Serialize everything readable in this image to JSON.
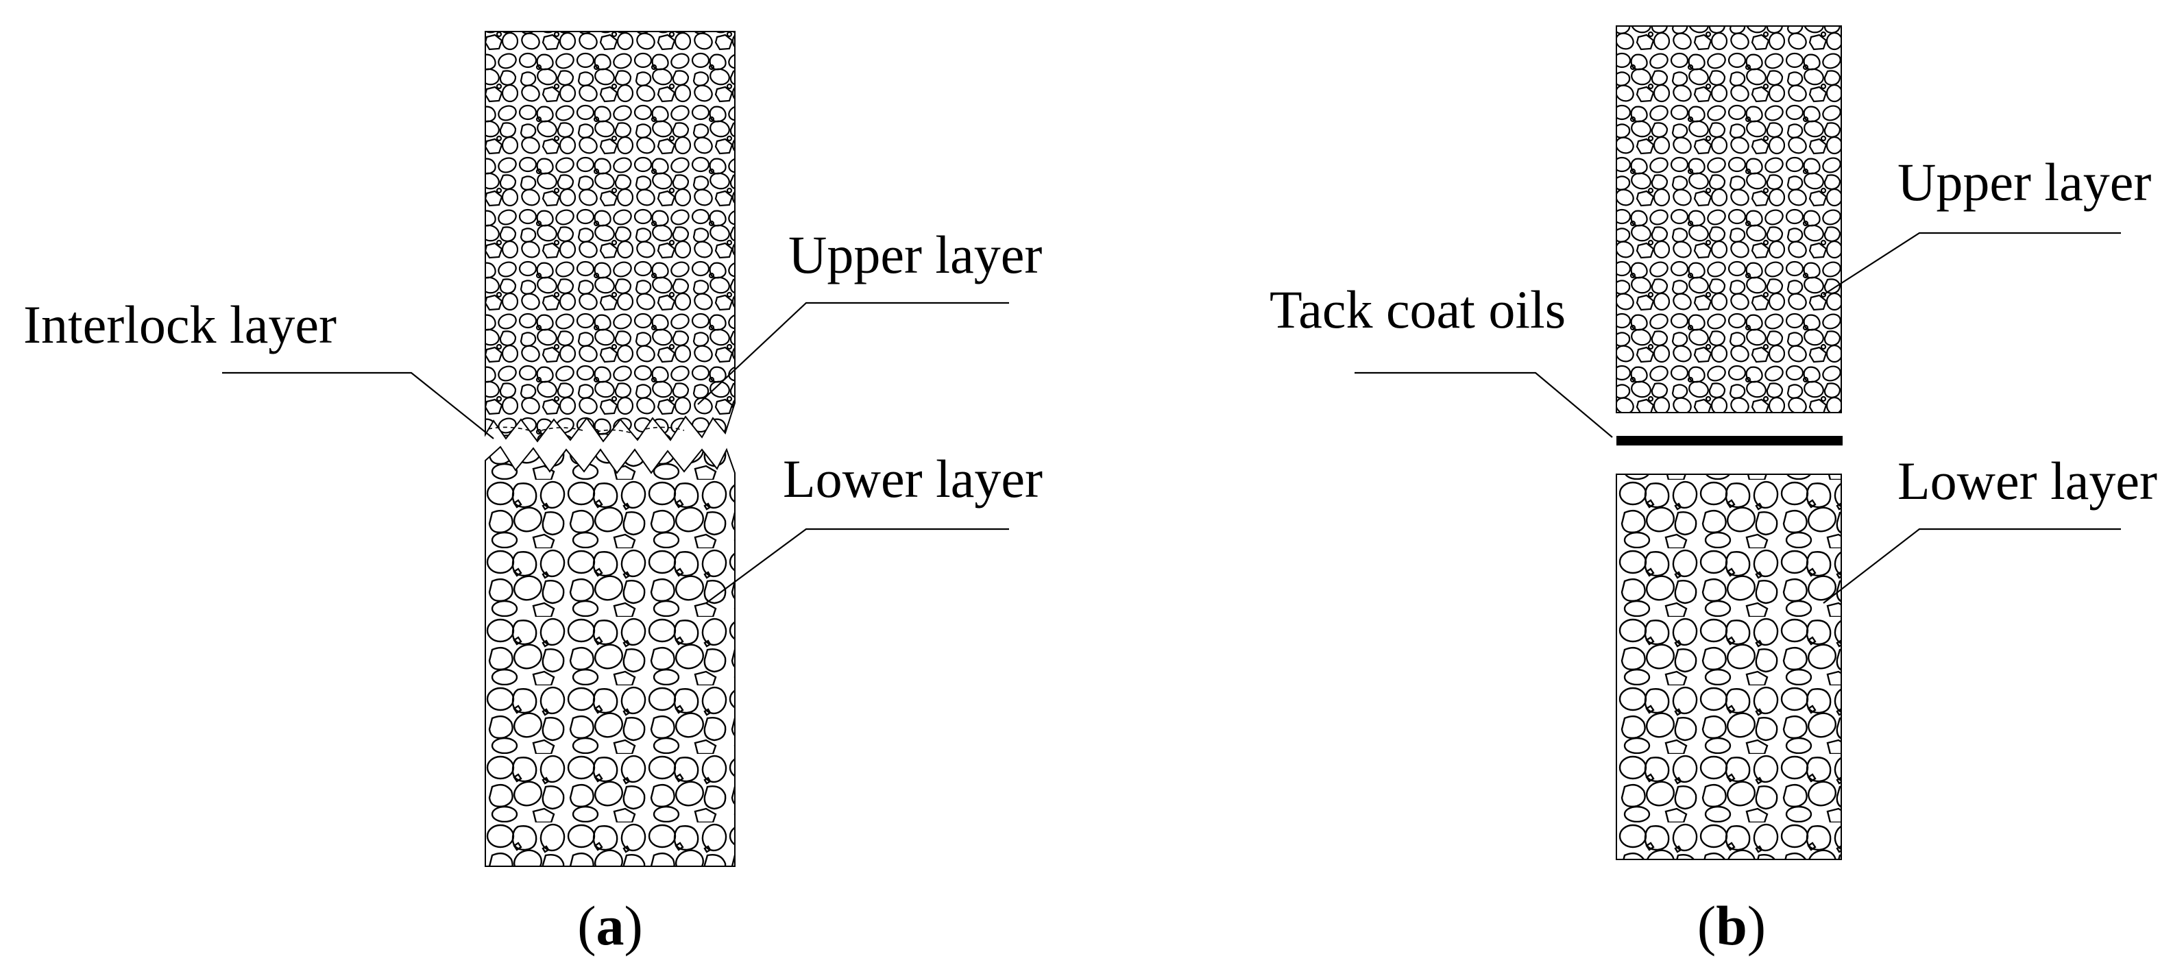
{
  "panels": [
    {
      "id": "a",
      "panel_letter": "a",
      "labels": {
        "upper": "Upper layer",
        "interlock": "Interlock layer",
        "lower": "Lower layer"
      }
    },
    {
      "id": "b",
      "panel_letter": "b",
      "labels": {
        "upper": "Upper layer",
        "tack": "Tack coat oils",
        "lower": "Lower layer"
      }
    }
  ],
  "colors": {
    "stroke": "#000000",
    "background": "#ffffff"
  }
}
